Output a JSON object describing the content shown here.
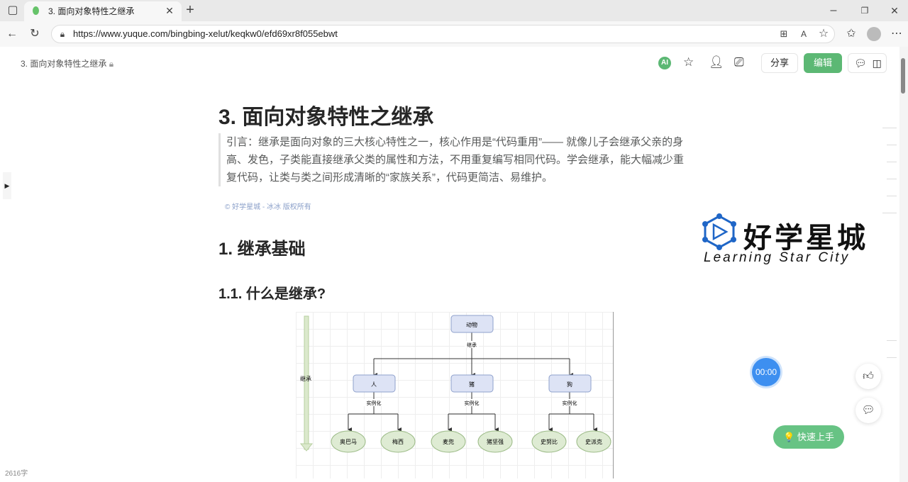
{
  "browser": {
    "tab_title": "3. 面向对象特性之继承",
    "url": "https://www.yuque.com/bingbing-xelut/keqkw0/efd69xr8f055ebwt"
  },
  "doc_header": {
    "title": "3. 面向对象特性之继承",
    "ai_label": "AI",
    "share": "分享",
    "edit": "编辑",
    "accent": "#5cb874"
  },
  "content": {
    "title": "3. 面向对象特性之继承",
    "quote": "引言：继承是面向对象的三大核心特性之一，核心作用是“代码重用”—— 就像儿子会继承父亲的身高、发色，子类能直接继承父类的属性和方法，不用重复编写相同代码。学会继承，能大幅减少重复代码，让类与类之间形成清晰的“家族关系”，代码更简洁、易维护。",
    "copyright": "© 好学星城 - 冰冰 版权所有",
    "h1": "1. 继承基础",
    "h2": "1.1. 什么是继承?"
  },
  "diagram": {
    "root": "动物",
    "inherit_label": "继承",
    "side_label": "继承",
    "instance_label": "实例化",
    "classes": [
      "人",
      "猪",
      "狗"
    ],
    "objects": [
      "奥巴马",
      "梅西",
      "麦兜",
      "猪坚强",
      "史努比",
      "史派克"
    ]
  },
  "logo": {
    "cn": "好学星城",
    "en": "Learning Star City"
  },
  "widgets": {
    "timer": "00:00",
    "quick_start": "快速上手",
    "word_count": "2616字"
  }
}
